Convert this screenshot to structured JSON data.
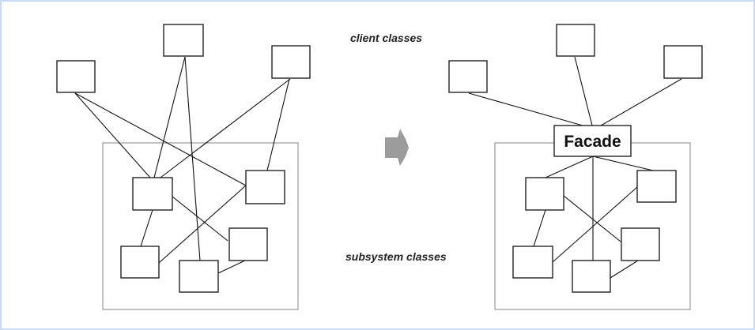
{
  "labels": {
    "client_classes": "client classes",
    "subsystem_classes": "subsystem classes"
  },
  "facade": {
    "label": "Facade"
  },
  "arrow": {
    "icon": "right-arrow-icon",
    "color": "#9b9b9b"
  },
  "colors": {
    "border": "#c9dcf3",
    "subsystem_frame": "#9a9a9a"
  }
}
